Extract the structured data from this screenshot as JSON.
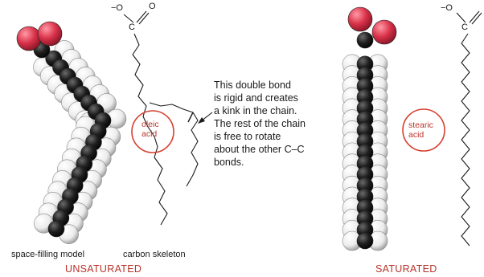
{
  "unsaturated": {
    "category_label": "UNSATURATED",
    "model_caption": "space-filling model",
    "skeleton_caption": "carbon skeleton",
    "acid_label_lines": [
      "oleic",
      "acid"
    ],
    "skeleton_atoms": [
      "−O",
      "C",
      "O"
    ]
  },
  "saturated": {
    "category_label": "SATURATED",
    "acid_label_lines": [
      "stearic",
      "acid"
    ],
    "skeleton_atoms": [
      "−O",
      "C"
    ]
  },
  "annotation": {
    "lines": [
      "This double bond",
      "is rigid and creates",
      "a kink in the chain.",
      "The rest of the chain",
      "is free to rotate",
      "about the other C–C",
      "bonds."
    ]
  },
  "colors": {
    "accent_red": "#b8342b",
    "oxygen": "#d9324a",
    "carbon": "#1c1c1c",
    "hydrogen": "#f2f2f2"
  }
}
